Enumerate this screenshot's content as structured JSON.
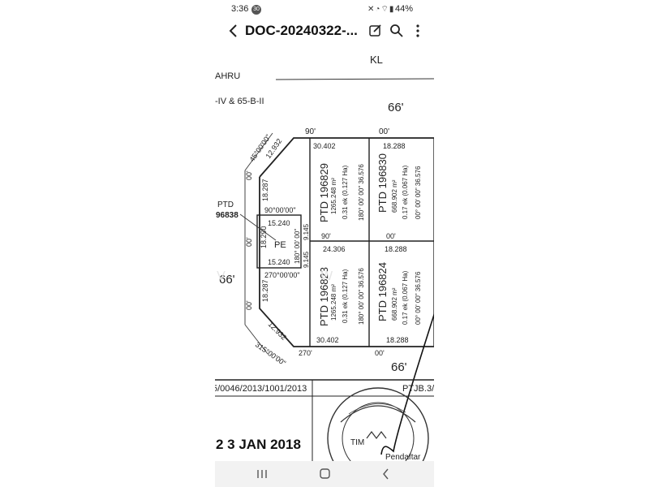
{
  "status_bar": {
    "time": "3:36",
    "notification_badge": "30",
    "icons": [
      "mute-icon",
      "alarm-icon",
      "wifi-call-icon",
      "signal-icon"
    ],
    "battery": "44%"
  },
  "app_bar": {
    "title": "DOC-20240322-...",
    "actions": [
      "edit-icon",
      "search-icon",
      "more-icon"
    ]
  },
  "document": {
    "header_text_kl": "KL",
    "header_name_fragment": "AHRU",
    "header_sheet_ref": "-IV & 65-B-II",
    "road_width_top": "66'",
    "road_width_left": "66'",
    "road_width_bottom": "66'",
    "watermark_left": "E V",
    "watermark_right": "W",
    "bearing_ne": "45°00'00\"",
    "bearing_sw": "315°00'00\"",
    "bearing_90_top": "90'",
    "bearing_00_top": "00'",
    "bearing_270_bottom": "270'",
    "bearing_00_bottom": "00'",
    "bearing_00_left_top": "00'",
    "bearing_00_left_mid": "00'",
    "bearing_00_left_bottom": "00'",
    "ptd_ref_label": "PTD",
    "ptd_ref_number": "96838",
    "lot_pe": {
      "label": "PE",
      "bearing_top": "90°00'00\"",
      "bearing_bottom": "270°00'00\"",
      "side_top": "15.240",
      "side_bottom": "15.240",
      "side_right_a": "9.145",
      "side_right_b": "9.145",
      "side_right_bearing": "180° 00' 00\"",
      "side_left": "18.290",
      "left_upper": "18.287",
      "left_lower": "18.287"
    },
    "diagonal_top": "12.932",
    "diagonal_bottom": "12.932",
    "lots": [
      {
        "name": "PTD 196829",
        "area_m2": "1265.248 m²",
        "area_ek": "0.31 ek (0.127 Ha)",
        "bearing_right": "180° 00' 00\" 36.576",
        "top_len": "30.402",
        "bottom_len": "24.306",
        "bottom_bearing": "90'"
      },
      {
        "name": "PTD 196830",
        "area_m2": "668.902 m²",
        "area_ek": "0.17 ek (0.067 Ha)",
        "bearing_right": "00° 00' 00\" 36.576",
        "top_len": "18.288",
        "bottom_len": "18.288",
        "bottom_bearing": "00'"
      },
      {
        "name": "PTD 196823",
        "area_m2": "1265.248 m²",
        "area_ek": "0.31 ek (0.127 Ha)",
        "bearing_right": "180° 00' 00\" 36.576",
        "top_len": "24.306",
        "bottom_len": "30.402",
        "bottom_bearing": "270'"
      },
      {
        "name": "PTD 196824",
        "area_m2": "668.902 m²",
        "area_ek": "0.17 ek (0.067 Ha)",
        "bearing_right": "00° 00' 00\" 36.576",
        "top_len": "18.288",
        "bottom_len": "18.288",
        "bottom_bearing": "00'"
      }
    ],
    "footer_ref": "5/0046/2013/1001/2013",
    "footer_ptjb": "PTJB.3/",
    "stamp_date": "2 3 JAN 2018",
    "stamp_tim": "TIM",
    "stamp_pendaftar": "Pendaftar"
  },
  "nav_bar": {
    "buttons": [
      "recent-apps-icon",
      "home-icon",
      "back-nav-icon"
    ]
  }
}
